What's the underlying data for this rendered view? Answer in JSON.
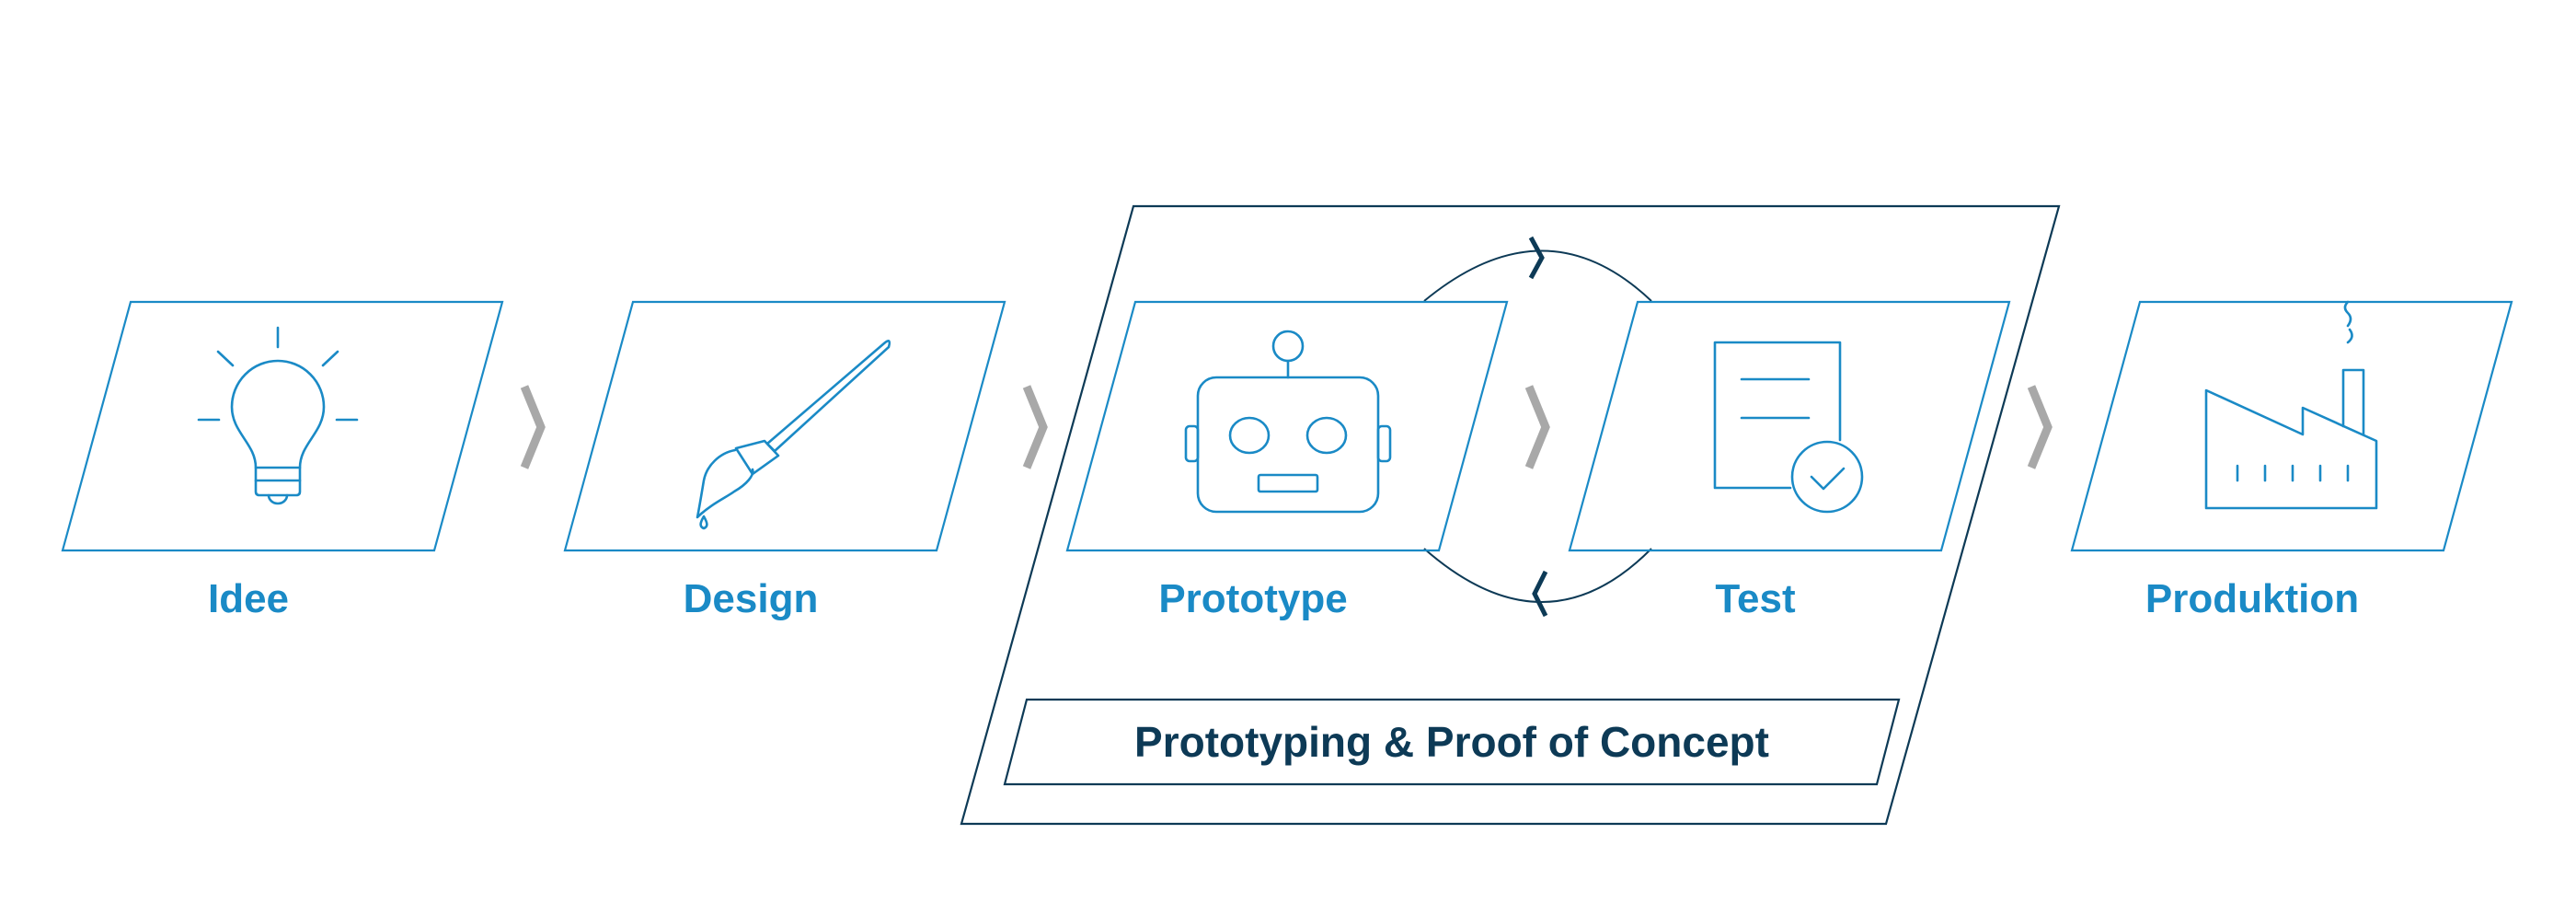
{
  "steps": [
    {
      "label": "Idee",
      "icon": "lightbulb-icon"
    },
    {
      "label": "Design",
      "icon": "paintbrush-icon"
    },
    {
      "label": "Prototype",
      "icon": "robot-icon"
    },
    {
      "label": "Test",
      "icon": "document-check-icon"
    },
    {
      "label": "Produktion",
      "icon": "factory-icon"
    }
  ],
  "phase": {
    "label": "Prototyping & Proof of Concept"
  },
  "colors": {
    "accent": "#1a8ac6",
    "dark": "#0d3a56",
    "arrow": "#a8a8a8"
  }
}
